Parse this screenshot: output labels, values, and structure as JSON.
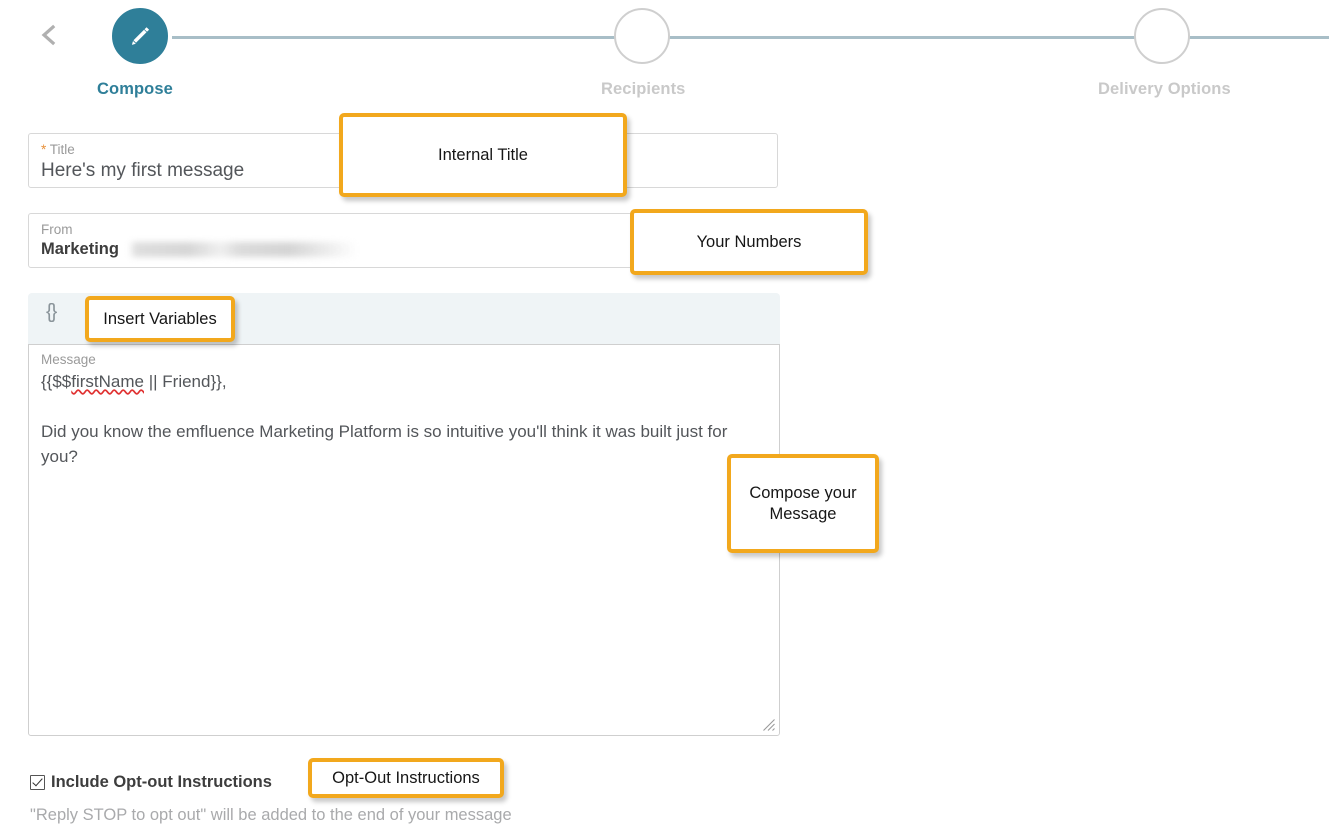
{
  "stepper": {
    "back_icon": "chevron-left-icon",
    "steps": [
      {
        "label": "Compose",
        "state": "active",
        "icon": "pencil-icon"
      },
      {
        "label": "Recipients",
        "state": "inactive",
        "icon": "empty-circle-icon"
      },
      {
        "label": "Delivery Options",
        "state": "inactive",
        "icon": "empty-circle-icon"
      }
    ],
    "active_color": "#2f7f99",
    "inactive_color": "#c9c9c9",
    "line_color": "#a8bec7"
  },
  "form": {
    "title": {
      "required_marker": "*",
      "label": "Title",
      "value": "Here's my first message"
    },
    "from": {
      "label": "From",
      "name": "Marketing",
      "number": ""
    }
  },
  "editor": {
    "toolbar": {
      "insert_variables_icon": "{}"
    },
    "message": {
      "label": "Message",
      "greeting_prefix": "{{$$",
      "variable": "firstName",
      "greeting_suffix": " || Friend}},",
      "body": "Did you know the emfluence Marketing Platform is so intuitive you'll think it was built just for you?"
    }
  },
  "optout": {
    "checked": true,
    "label": "Include Opt-out Instructions",
    "help_text": "\"Reply STOP to opt out\" will be added to the end of your message"
  },
  "annotations": {
    "accent_color": "#f2a81d",
    "items": [
      {
        "text": "Internal Title"
      },
      {
        "text": "Your Numbers"
      },
      {
        "text": "Insert Variables"
      },
      {
        "text": "Compose your Message"
      },
      {
        "text": "Opt-Out Instructions"
      }
    ]
  }
}
